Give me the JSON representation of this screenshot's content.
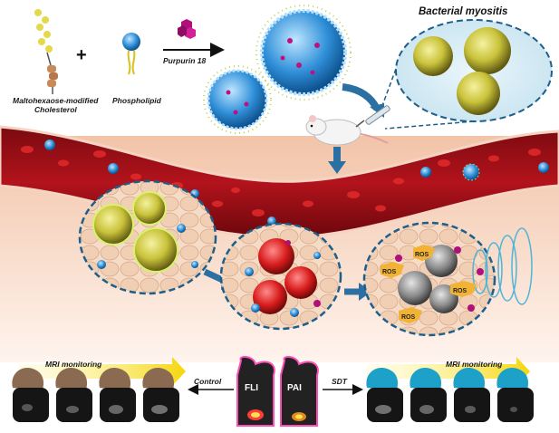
{
  "title": "Bacterial myositis",
  "synthesis": {
    "component_1": "Maltohexaose-modified\nCholesterol",
    "component_2": "Phospholipid",
    "reagent": "Purpurin 18"
  },
  "ros_labels": [
    "ROS",
    "ROS",
    "ROS",
    "ROS"
  ],
  "imaging": {
    "panel_left": "FLI",
    "panel_right": "PAI",
    "arrow_left": "Control",
    "arrow_right": "SDT",
    "monitoring_left": "MRI monitoring",
    "monitoring_right": "MRI monitoring"
  },
  "colors": {
    "blood": "#b3131c",
    "nanoparticle": "#2f8fd8",
    "bacteria": "#c9c23a",
    "treated_bacteria": "#8a8a8a",
    "arrow": "#2b6fa3",
    "mouse_control": "#8b6a52",
    "mouse_sdt": "#1ea1c9",
    "ros_star": "#f2b233",
    "glow": "#ff4db8"
  }
}
